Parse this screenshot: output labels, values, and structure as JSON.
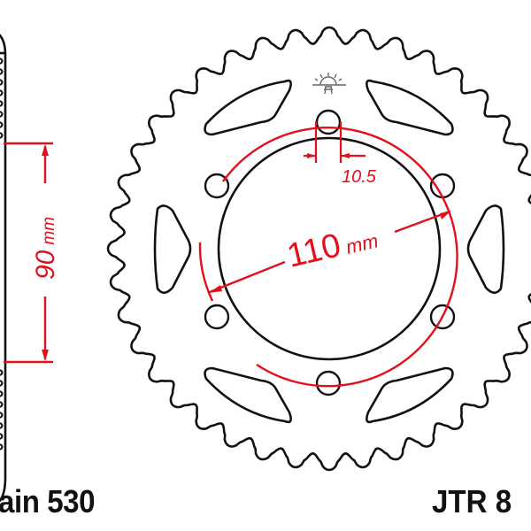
{
  "diagram": {
    "subject": "rear sprocket technical drawing",
    "colors": {
      "outline": "#111111",
      "dimension": "#e3101b",
      "logo": "#666666",
      "background": "#ffffff"
    },
    "dimensions": {
      "thickness_height": {
        "value": "90",
        "unit": "mm"
      },
      "pcd": {
        "value": "110",
        "unit": "mm"
      },
      "bolt_hole": {
        "value": "10.5"
      }
    },
    "labels": {
      "chain": "ain 530",
      "part_number": "JTR 8"
    },
    "geometry": {
      "teeth_count_visible": 40,
      "bolt_holes": 6,
      "lightening_slots": 6
    }
  }
}
